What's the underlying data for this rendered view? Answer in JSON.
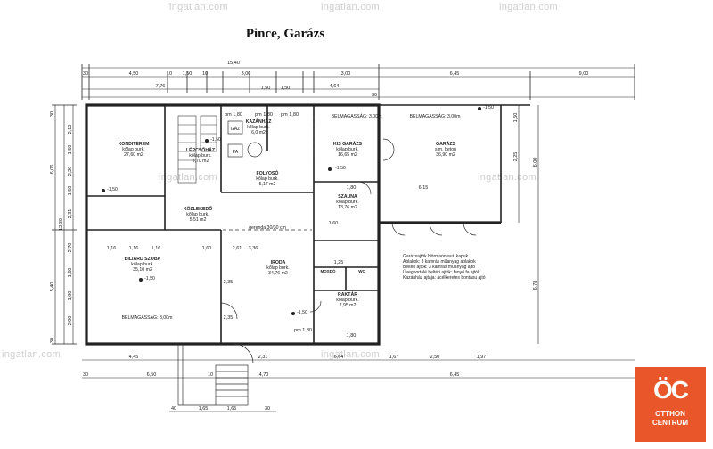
{
  "plan": {
    "title": "Pince, Garázs",
    "watermark": "ingatlan.com",
    "logo": {
      "mark": "ÖC",
      "line1": "OTTHON",
      "line2": "CENTRUM"
    },
    "rooms": [
      {
        "name": "KONDITEREM",
        "floor": "kőlap burk.",
        "area": "27,60 m2"
      },
      {
        "name": "LÉPCSŐHÁZ",
        "floor": "kőlap burk.",
        "area": "8,70 m2"
      },
      {
        "name": "KAZÁNHÁZ",
        "floor": "kőlap burk.",
        "area": "6,0 m2"
      },
      {
        "name": "KIS GARÁZS",
        "floor": "kőlap burk.",
        "area": "16,65 m2"
      },
      {
        "name": "GARÁZS",
        "floor": "sim. beton",
        "area": "36,90 m2"
      },
      {
        "name": "FOLYOSÓ",
        "floor": "kőlap burk.",
        "area": "5,17 m2"
      },
      {
        "name": "KÖZLEKEDŐ",
        "floor": "kőlap burk.",
        "area": "5,51 m2"
      },
      {
        "name": "SZAUNA",
        "floor": "kőlap burk.",
        "area": "13,76 m2"
      },
      {
        "name": "BILIÁRD SZOBA",
        "floor": "kőlap burk.",
        "area": "35,10 m2"
      },
      {
        "name": "IRODA",
        "floor": "kőlap burk.",
        "area": "34,76 m2"
      },
      {
        "name": "RAKTÁR",
        "floor": "kőlap burk.",
        "area": "7,95 m2"
      }
    ],
    "small_rooms": {
      "mosdo": "MOSDÓ",
      "wc": "WC"
    },
    "labels": {
      "belmagassag_top": "BELMAGASSÁG: 3,00m",
      "belmagassag_garage": "BELMAGASSÁG: 3,00m",
      "belmagassag_bottom": "BELMAGASSÁG: 3,00m",
      "gaz": "GÁZ",
      "pa": "PA",
      "gerenda": "gerenda 30/30 cm",
      "level_marks": [
        "-1,50",
        "-1,50",
        "-1,50",
        "-1,50",
        "-1,50",
        "-1,50"
      ]
    },
    "note": [
      "Garázsajtók Hörmann aut. kapuk",
      "Ablakok: 3 kamrás műanyag ablakok",
      "Beltéri ajtók: 3 kamrás műanyag ajtó",
      "Üvegportálé beltéri ajtók: fenyő fa ajtók",
      "Kazánház ajtaja: acélkeretes bontásu ajtó"
    ],
    "dims": {
      "top_total": "15,40",
      "top_row": [
        "30",
        "4,50",
        "10",
        "1,50",
        "10",
        "3,00",
        "1,50",
        "1,50",
        "3,00",
        "6,45",
        "9,00"
      ],
      "top_row2": [
        "7,76",
        "4,64",
        "30"
      ],
      "bottom_row": [
        "30",
        "6,50",
        "10",
        "4,70",
        "1,67",
        "2,50",
        "1,97",
        "6,45"
      ],
      "bottom_row2": [
        "4,45",
        "2,31",
        "6,64"
      ],
      "stairs_row": [
        "40",
        "1,65",
        "1,65",
        "30"
      ],
      "left_col": [
        "30",
        "2,10",
        "1,50",
        "2,20",
        "1,50",
        "2,31",
        "2,70",
        "1,60",
        "1,90",
        "2,00",
        "30"
      ],
      "left_totals": [
        "6,06",
        "12,30",
        "5,40"
      ],
      "right_col": [
        "1,50",
        "2,25",
        "6,00"
      ],
      "right_total": "6,78",
      "garage_width": "6,15",
      "inner": [
        "2,61",
        "1,60",
        "3,36",
        "1,16",
        "1,16",
        "1,16",
        "2,35",
        "2,35",
        "1,60",
        "1,80",
        "1,25",
        "1,80",
        "pm 1,80",
        "pm 1,80",
        "pm 1,80",
        "pm 1,80"
      ]
    }
  }
}
